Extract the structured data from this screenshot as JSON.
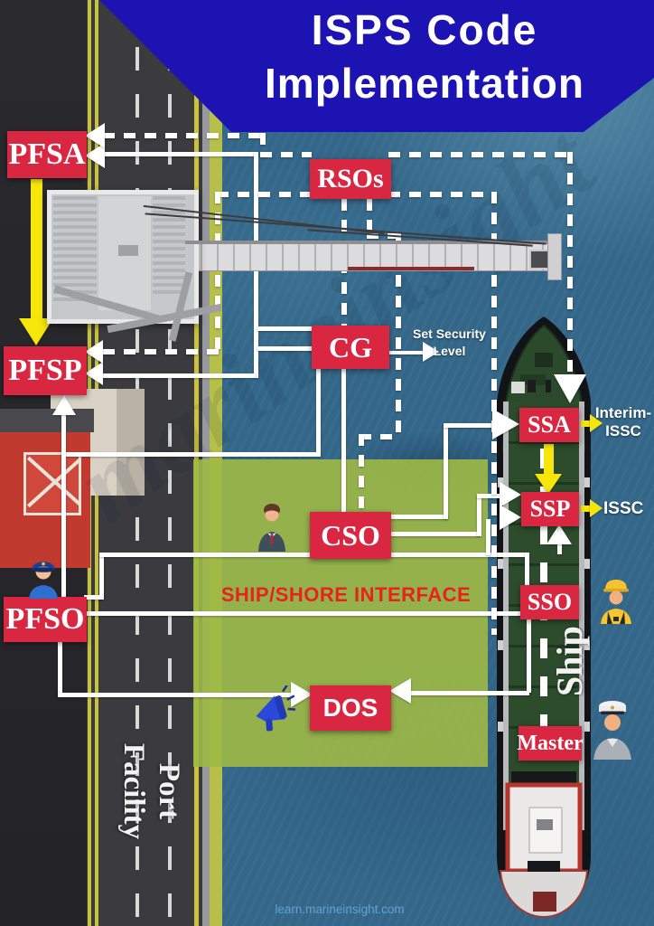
{
  "title": {
    "line1": "ISPS Code",
    "line2": "Implementation"
  },
  "boxes": {
    "pfsa": "PFSA",
    "pfsp": "PFSP",
    "pfso": "PFSO",
    "rsos": "RSOs",
    "cg": "CG",
    "cso": "CSO",
    "dos": "DOS",
    "ssa": "SSA",
    "ssp": "SSP",
    "sso": "SSO",
    "master": "Master"
  },
  "annotations": {
    "set_security_line1": "Set Security",
    "set_security_line2": "Level",
    "interim_issc_line1": "Interim-",
    "interim_issc_line2": "ISSC",
    "issc": "ISSC",
    "ship_shore_interface": "SHIP/SHORE INTERFACE",
    "port_facility_line1": "Port",
    "port_facility_line2": "Facility",
    "ship_label": "Ship",
    "watermark_ghost": "marineinsight",
    "watermark_site": "learn.marineinsight.com"
  },
  "icons": {
    "cso_person": "businessman-icon",
    "pfso_person": "police-officer-icon",
    "sso_person": "construction-worker-icon",
    "master_person": "ship-captain-icon",
    "megaphone": "megaphone-icon"
  },
  "colors": {
    "box_red": "#d92742",
    "banner_blue": "#1c13b2",
    "arrow_yellow": "#f6e60a",
    "interface_green": "#9fb946",
    "water_blue": "#336688",
    "alert_red_text": "#e8231a"
  }
}
